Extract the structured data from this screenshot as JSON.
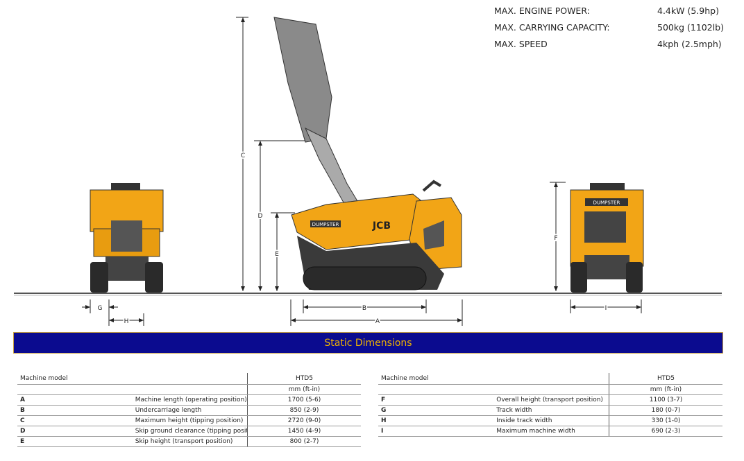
{
  "specs": [
    {
      "label": "MAX. ENGINE POWER:",
      "value": "4.4kW (5.9hp)"
    },
    {
      "label": "MAX. CARRYING CAPACITY:",
      "value": "500kg (1102lb)"
    },
    {
      "label": "MAX. SPEED",
      "value": "4kph (2.5mph)"
    }
  ],
  "machine_labels": {
    "brand": "JCB",
    "model_name": "DUMPSTER"
  },
  "dimension_letters": {
    "A": "A",
    "B": "B",
    "C": "C",
    "D": "D",
    "E": "E",
    "F": "F",
    "G": "G",
    "H": "H",
    "I": "I"
  },
  "banner": "Static Dimensions",
  "left_table": {
    "header": "Machine model",
    "model": "HTD5",
    "units": "mm (ft-in)",
    "rows": [
      {
        "letter": "A",
        "label": "Machine length (operating position)",
        "value": "1700 (5-6)"
      },
      {
        "letter": "B",
        "label": "Undercarriage length",
        "value": "850 (2-9)"
      },
      {
        "letter": "C",
        "label": "Maximum height (tipping position)",
        "value": "2720 (9-0)"
      },
      {
        "letter": "D",
        "label": "Skip ground clearance (tipping position)",
        "value": "1450 (4-9)"
      },
      {
        "letter": "E",
        "label": "Skip height (transport position)",
        "value": "800 (2-7)"
      }
    ]
  },
  "right_table": {
    "header": "Machine model",
    "model": "HTD5",
    "units": "mm (ft-in)",
    "rows": [
      {
        "letter": "F",
        "label": "Overall height (transport position)",
        "value": "1100 (3-7)"
      },
      {
        "letter": "G",
        "label": "Track width",
        "value": "180 (0-7)"
      },
      {
        "letter": "H",
        "label": "Inside track width",
        "value": "330 (1-0)"
      },
      {
        "letter": "I",
        "label": "Maximum machine width",
        "value": "690 (2-3)"
      }
    ]
  },
  "colors": {
    "machine": "#f2a516",
    "banner": "#0b0b8f",
    "banner_text": "#f0b400"
  }
}
